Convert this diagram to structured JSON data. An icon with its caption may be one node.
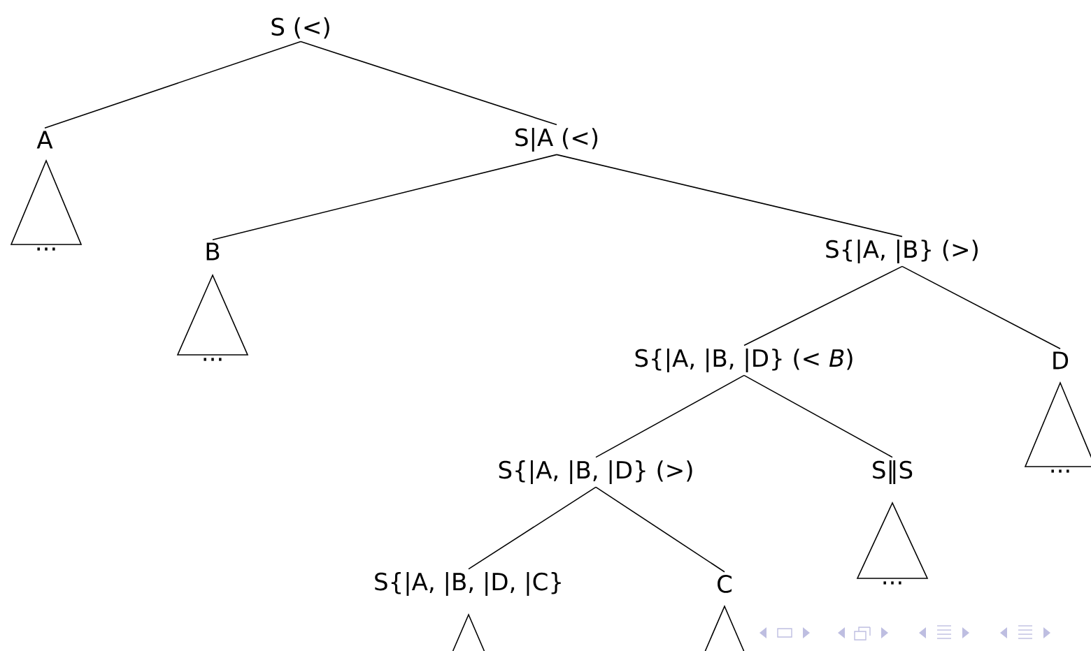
{
  "diagram": {
    "nodes": [
      {
        "text": [
          "S (<)"
        ]
      },
      {
        "text": [
          "A"
        ]
      },
      {
        "text": [
          "S|A (<)"
        ]
      },
      {
        "text": [
          "..."
        ]
      },
      {
        "text": [
          "B"
        ]
      },
      {
        "text": [
          "S{|A, |B} (>)"
        ]
      },
      {
        "text": [
          "..."
        ]
      },
      {
        "text": [
          "S{|A, |B, |D} (< *B*)"
        ]
      },
      {
        "text": [
          "D"
        ]
      },
      {
        "text": [
          "S{|A, |B, |D} (>)"
        ]
      },
      {
        "text": [
          "S‖S"
        ]
      },
      {
        "text": [
          "..."
        ]
      },
      {
        "text": [
          "S{|A, |B, |D, |C}"
        ]
      },
      {
        "text": [
          "C"
        ]
      },
      {
        "text": [
          "..."
        ]
      },
      {
        "text": [],
        "shape": "triangle"
      },
      {
        "text": [],
        "shape": "triangle"
      }
    ],
    "edges": [
      {
        "from": 0,
        "to": 1,
        "arrow": "none"
      },
      {
        "from": 0,
        "to": 2,
        "arrow": "none"
      },
      {
        "from": 2,
        "to": 4,
        "arrow": "none"
      },
      {
        "from": 2,
        "to": 5,
        "arrow": "none"
      },
      {
        "from": 5,
        "to": 7,
        "arrow": "none"
      },
      {
        "from": 5,
        "to": 8,
        "arrow": "none"
      },
      {
        "from": 7,
        "to": 9,
        "arrow": "none"
      },
      {
        "from": 7,
        "to": 10,
        "arrow": "none"
      },
      {
        "from": 9,
        "to": 12,
        "arrow": "none"
      },
      {
        "from": 9,
        "to": 13,
        "arrow": "none"
      }
    ]
  }
}
